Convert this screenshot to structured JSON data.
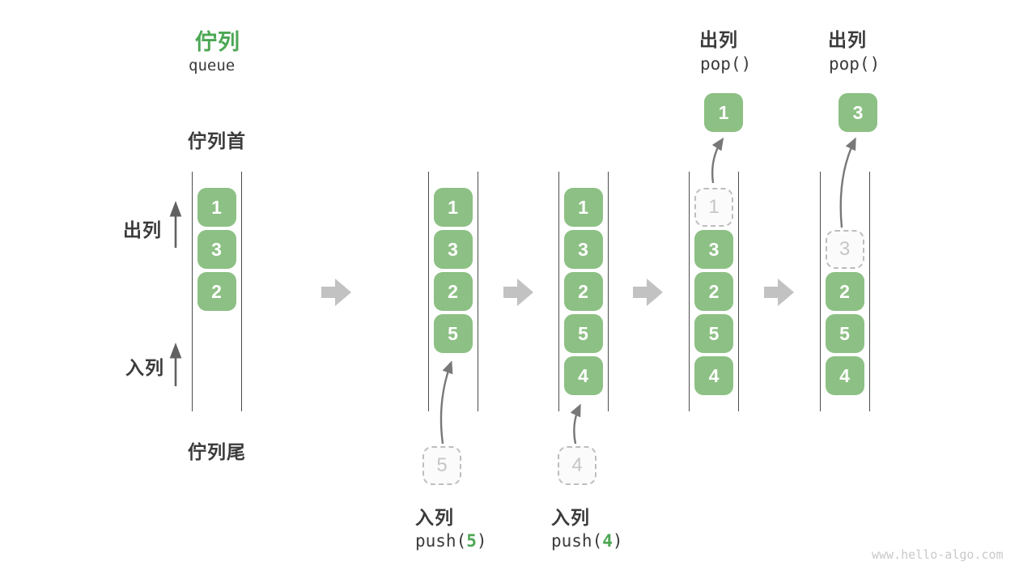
{
  "header": {
    "title_zh": "佇列",
    "title_en": "queue"
  },
  "side_labels": {
    "front": "佇列首",
    "rear": "佇列尾",
    "dequeue": "出列",
    "enqueue": "入列"
  },
  "watermark": "www.hello-algo.com",
  "colors": {
    "box_green": "#8dc084",
    "title_green": "#4ca754",
    "ghost_border": "#bdbdbd",
    "ghost_text": "#c6c6c6",
    "arrow_gray": "#787878",
    "block_arrow_gray": "#c2c2c2",
    "text_dark": "#3b3b3b",
    "rail_gray": "#4d4d4d",
    "watermark_gray": "#c9c9c9"
  },
  "columns": [
    {
      "name": "state-initial",
      "slots": [
        {
          "slot": 0,
          "value": "1",
          "style": "solid"
        },
        {
          "slot": 1,
          "value": "3",
          "style": "solid"
        },
        {
          "slot": 2,
          "value": "2",
          "style": "solid"
        }
      ]
    },
    {
      "name": "state-after-push-5",
      "slots": [
        {
          "slot": 0,
          "value": "1",
          "style": "solid"
        },
        {
          "slot": 1,
          "value": "3",
          "style": "solid"
        },
        {
          "slot": 2,
          "value": "2",
          "style": "solid"
        },
        {
          "slot": 3,
          "value": "5",
          "style": "solid"
        }
      ],
      "push": {
        "ghost_value": "5",
        "label": "入列",
        "code_before": "push(",
        "code_arg": "5",
        "code_after": ")"
      }
    },
    {
      "name": "state-after-push-4",
      "slots": [
        {
          "slot": 0,
          "value": "1",
          "style": "solid"
        },
        {
          "slot": 1,
          "value": "3",
          "style": "solid"
        },
        {
          "slot": 2,
          "value": "2",
          "style": "solid"
        },
        {
          "slot": 3,
          "value": "5",
          "style": "solid"
        },
        {
          "slot": 4,
          "value": "4",
          "style": "solid"
        }
      ],
      "push": {
        "ghost_value": "4",
        "label": "入列",
        "code_before": "push(",
        "code_arg": "4",
        "code_after": ")"
      }
    },
    {
      "name": "state-after-pop-1",
      "slots": [
        {
          "slot": 0,
          "value": "1",
          "style": "ghost"
        },
        {
          "slot": 1,
          "value": "3",
          "style": "solid"
        },
        {
          "slot": 2,
          "value": "2",
          "style": "solid"
        },
        {
          "slot": 3,
          "value": "5",
          "style": "solid"
        },
        {
          "slot": 4,
          "value": "4",
          "style": "solid"
        }
      ],
      "pop": {
        "popped_value": "1",
        "label": "出列",
        "code": "pop()"
      }
    },
    {
      "name": "state-after-pop-3",
      "slots": [
        {
          "slot": 1,
          "value": "3",
          "style": "ghost"
        },
        {
          "slot": 2,
          "value": "2",
          "style": "solid"
        },
        {
          "slot": 3,
          "value": "5",
          "style": "solid"
        },
        {
          "slot": 4,
          "value": "4",
          "style": "solid"
        }
      ],
      "pop": {
        "popped_value": "3",
        "label": "出列",
        "code": "pop()"
      }
    }
  ]
}
